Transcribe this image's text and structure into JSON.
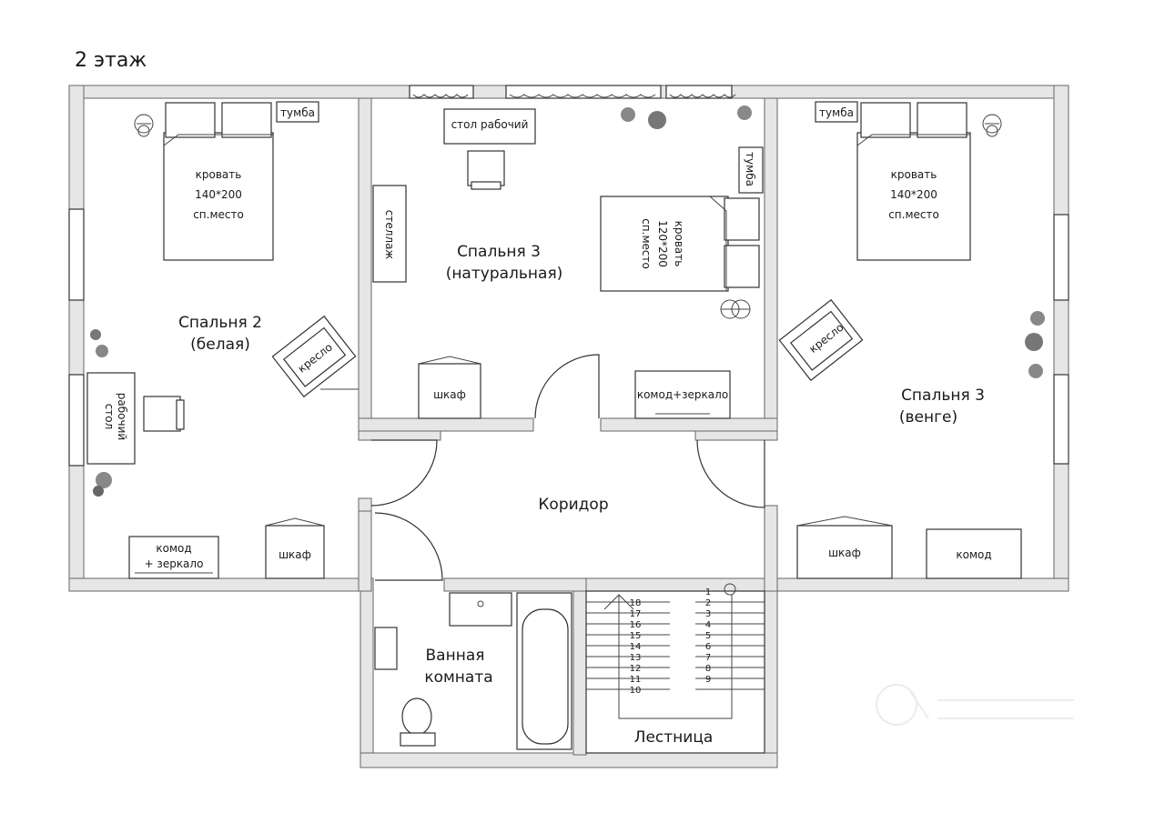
{
  "floor_title": "2 этаж",
  "rooms": {
    "bedroom2": {
      "name": "Спальня 2",
      "sub": "(белая)"
    },
    "bedroom3_natural": {
      "name": "Спальня 3",
      "sub": "(натуральная)"
    },
    "bedroom3_wenge": {
      "name": "Спальня 3",
      "sub": "(венге)"
    },
    "corridor": {
      "name": "Коридор"
    },
    "bathroom": {
      "line1": "Ванная",
      "line2": "комната"
    },
    "stairs": {
      "name": "Лестница"
    }
  },
  "furniture": {
    "tumba": "тумба",
    "bed_140": {
      "line1": "кровать",
      "line2": "140*200",
      "line3": "сп.место"
    },
    "bed_120": {
      "line1": "кровать",
      "line2": "120*200",
      "line3": "сп.место"
    },
    "desk_top": "стол рабочий",
    "desk_side": {
      "line1": "стол",
      "line2": "рабочий"
    },
    "shelf": "стеллаж",
    "armchair": "кресло",
    "wardrobe": "шкаф",
    "dresser_mirror_inline": "комод+зеркало",
    "dresser_mirror": {
      "line1": "комод",
      "line2": "+ зеркало"
    },
    "dresser": "комод"
  },
  "stairs_steps": {
    "left": [
      "18",
      "17",
      "16",
      "15",
      "14",
      "13",
      "12",
      "11",
      "10"
    ],
    "right": [
      "1",
      "2",
      "3",
      "4",
      "5",
      "6",
      "7",
      "8",
      "9"
    ]
  }
}
